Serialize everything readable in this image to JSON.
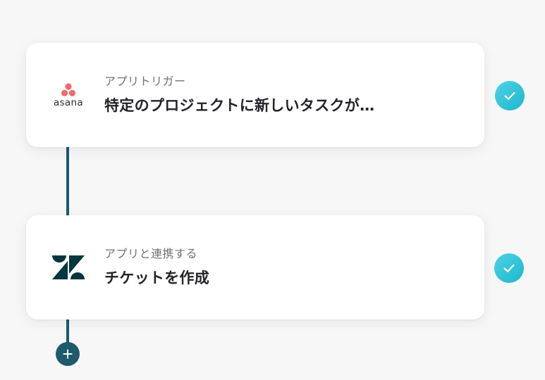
{
  "steps": [
    {
      "app": "asana",
      "logo_icon": "asana-logo-icon",
      "logo_text": "asana",
      "subtitle": "アプリトリガー",
      "title": "特定のプロジェクトに新しいタスクが…",
      "status": "completed",
      "status_icon": "check-icon"
    },
    {
      "app": "zendesk",
      "logo_icon": "zendesk-logo-icon",
      "subtitle": "アプリと連携する",
      "title": "チケットを作成",
      "status": "completed",
      "status_icon": "check-icon"
    }
  ],
  "add_button": {
    "icon": "plus-icon"
  },
  "colors": {
    "background": "#f7f7f8",
    "connector": "#1d5a6b",
    "check": "#2ec4d9",
    "asana": "#f06a6a",
    "zendesk": "#03363d"
  }
}
